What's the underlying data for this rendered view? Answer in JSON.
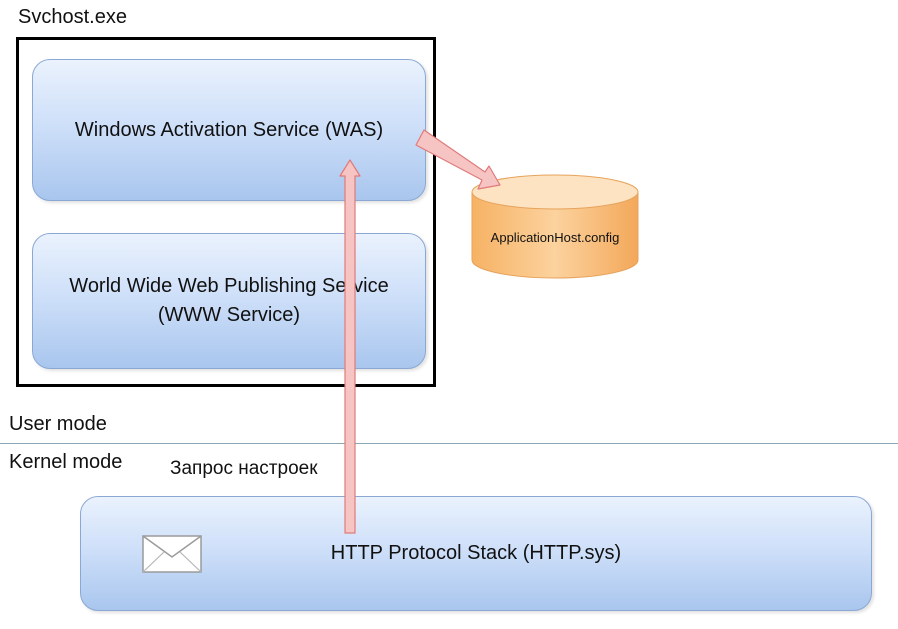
{
  "svchost": {
    "label": "Svchost.exe"
  },
  "was": {
    "label": "Windows Activation Service (WAS)"
  },
  "www": {
    "line1": "World Wide Web Publishing Service",
    "line2": "(WWW Service)"
  },
  "config": {
    "label": "ApplicationHost.config"
  },
  "modes": {
    "user": "User mode",
    "kernel": "Kernel mode"
  },
  "request": {
    "label": "Запрос настроек"
  },
  "http": {
    "label": "HTTP Protocol Stack (HTTP.sys)"
  },
  "icons": {
    "envelope": "envelope-icon"
  },
  "colors": {
    "service_box_top": "#eaf2fd",
    "service_box_bottom": "#a9c6ee",
    "database_fill": "#f9c07a",
    "arrow_fill": "#f7c4c4",
    "arrow_stroke": "#e07a7a"
  }
}
